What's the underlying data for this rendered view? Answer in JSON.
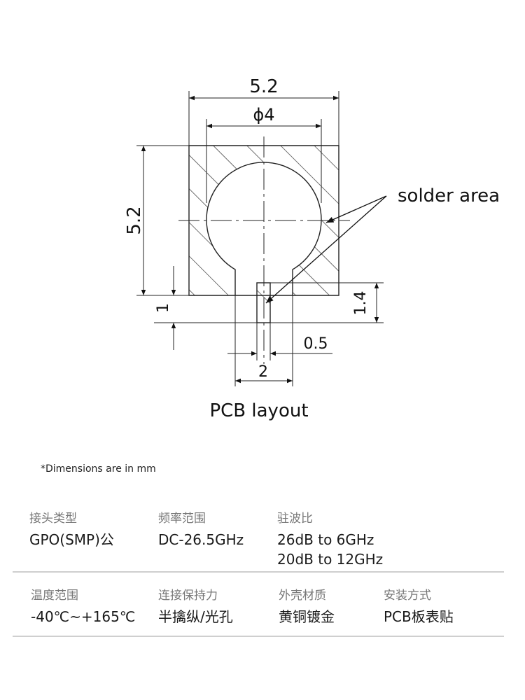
{
  "drawing": {
    "dim_top_width": "5.2",
    "dim_diameter": "ϕ4",
    "dim_left_height": "5.2",
    "dim_slot_offset": "1",
    "dim_slot_height": "1.4",
    "dim_slot_width": "0.5",
    "dim_gap_width": "2",
    "callout_label": "solder area",
    "caption": "PCB layout"
  },
  "note": "*Dimensions are in mm",
  "specs": {
    "row1": [
      {
        "label": "接头类型",
        "values": [
          "GPO(SMP)公"
        ]
      },
      {
        "label": "频率范围",
        "values": [
          "DC-26.5GHz"
        ]
      },
      {
        "label": "驻波比",
        "values": [
          "26dB to 6GHz",
          "20dB to 12GHz"
        ]
      }
    ],
    "row2": [
      {
        "label": "温度范围",
        "values": [
          "-40℃~+165℃"
        ]
      },
      {
        "label": "连接保持力",
        "values": [
          "半擒纵/光孔"
        ]
      },
      {
        "label": "外壳材质",
        "values": [
          "黄铜镀金"
        ]
      },
      {
        "label": "安装方式",
        "values": [
          "PCB板表贴"
        ]
      }
    ]
  },
  "colors": {
    "line": "#222222",
    "label_gray": "#777777",
    "divider": "#cfcfcf"
  }
}
